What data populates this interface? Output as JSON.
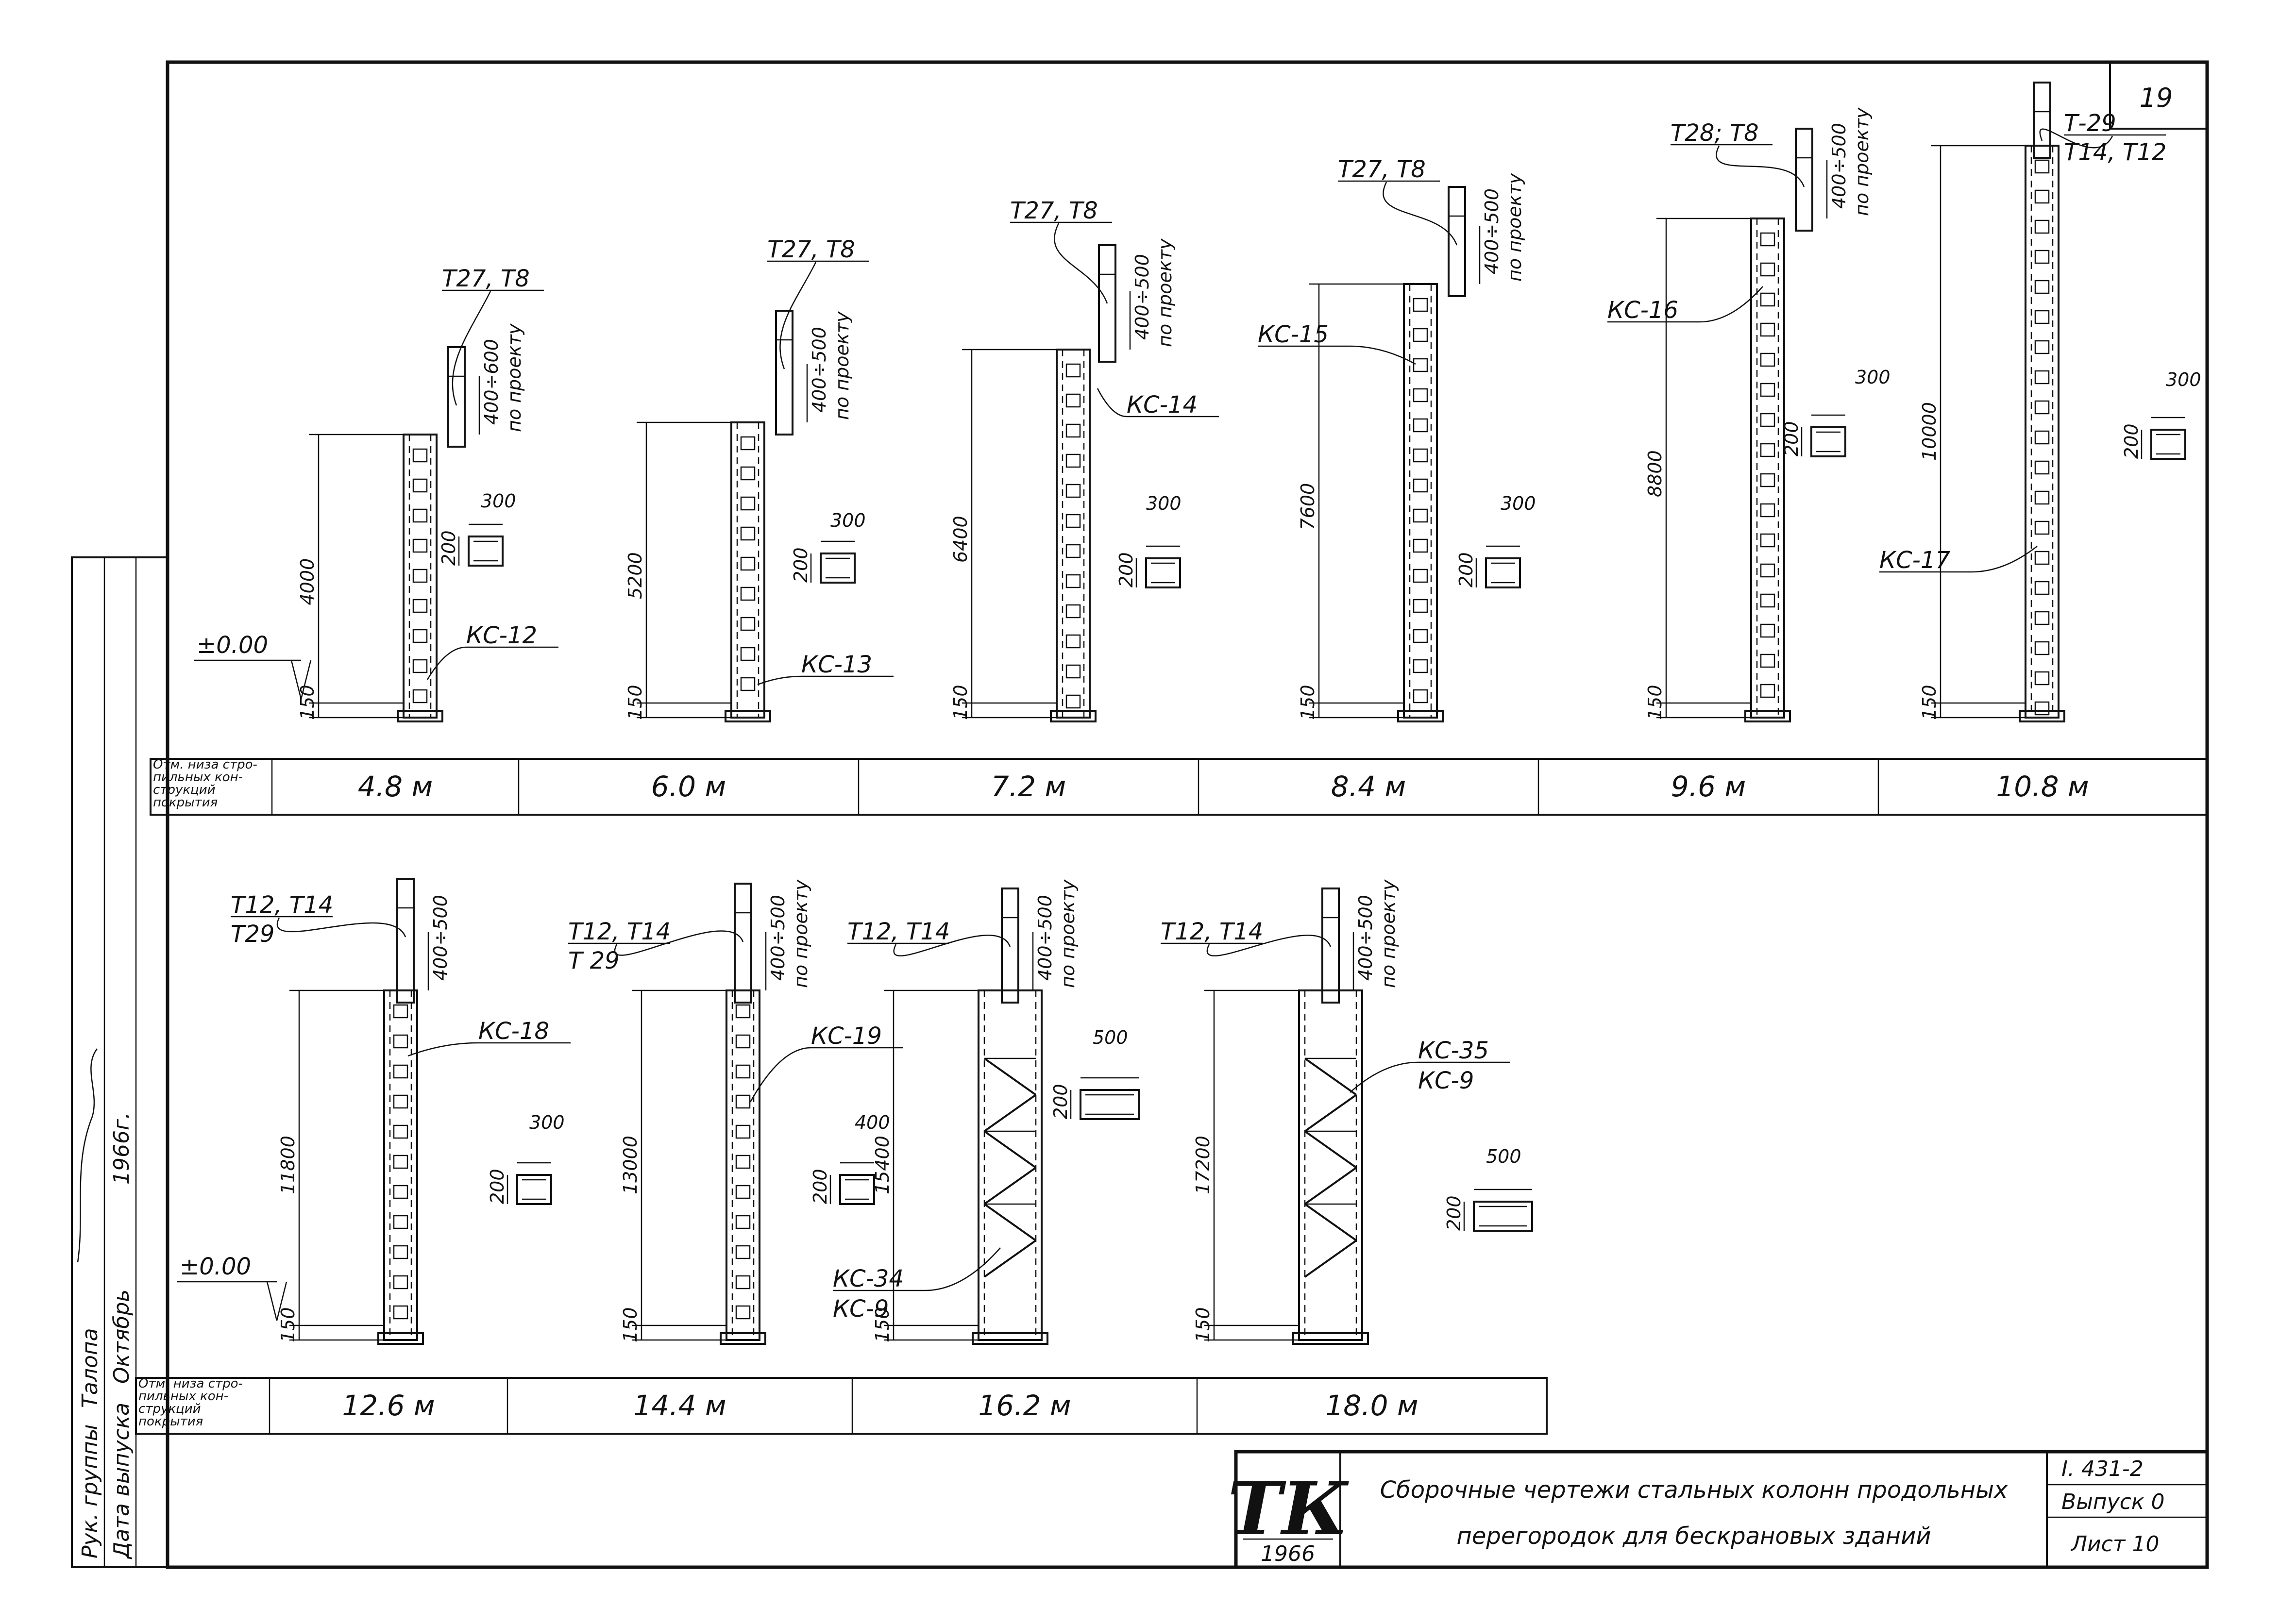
{
  "sheet": {
    "number": "19",
    "doc_code": "I. 431-2",
    "issue": "Выпуск 0",
    "list": "Лист 10",
    "title_line1": "Сборочные чертежи стальных колонн продольных",
    "title_line2": "перегородок для бескрановых зданий",
    "logo_letters": "ТК",
    "logo_year": "1966"
  },
  "side_stamp": {
    "row1_label": "Рук. группы",
    "row1_name": "Талопа",
    "row2_label": "Дата выпуска",
    "row2_value": "Октябрь",
    "row2_year": "1966г."
  },
  "row_header": [
    "Отм. низа стро-",
    "пильных кон-",
    "струкций",
    "покрытия"
  ],
  "level_mark": "±0.00",
  "top_row": [
    {
      "height": "4.8 м",
      "column": "КС-12",
      "strut": "Т27, Т8",
      "h": "4000",
      "base": "150",
      "w": "300",
      "d": "200",
      "spacer": "400÷600",
      "note": "по проекту"
    },
    {
      "height": "6.0 м",
      "column": "КС-13",
      "strut": "Т27, Т8",
      "h": "5200",
      "base": "150",
      "w": "300",
      "d": "200",
      "spacer": "400÷500",
      "note": "по проекту"
    },
    {
      "height": "7.2 м",
      "column": "КС-14",
      "strut": "Т27, Т8",
      "h": "6400",
      "base": "150",
      "w": "300",
      "d": "200",
      "spacer": "400÷500",
      "note": "по проекту"
    },
    {
      "height": "8.4 м",
      "column": "КС-15",
      "strut": "Т27, Т8",
      "h": "7600",
      "base": "150",
      "w": "300",
      "d": "200",
      "spacer": "400÷500",
      "note": "по проекту"
    },
    {
      "height": "9.6 м",
      "column": "КС-16",
      "strut": "Т28; Т8",
      "h": "8800",
      "base": "150",
      "w": "300",
      "d": "200",
      "spacer": "400÷500",
      "note": "по проекту"
    },
    {
      "height": "10.8 м",
      "column": "КС-17",
      "strut": "Т-29",
      "strut2": "Т14, Т12",
      "h": "10000",
      "base": "150",
      "w": "300",
      "d": "200"
    }
  ],
  "bottom_row": [
    {
      "height": "12.6 м",
      "column": "КС-18",
      "strut": "Т12, Т14",
      "strut2": "Т29",
      "h": "11800",
      "base": "150",
      "w": "300",
      "d": "200",
      "spacer": "400÷500"
    },
    {
      "height": "14.4 м",
      "column": "КС-19",
      "strut": "Т12, Т14",
      "strut2": "Т 29",
      "h": "13000",
      "base": "150",
      "w": "400",
      "d": "200",
      "spacer": "400÷500",
      "note": "по проекту"
    },
    {
      "height": "16.2 м",
      "column": "КС-34",
      "column2": "КС-9",
      "strut": "Т12, Т14",
      "h": "15400",
      "base": "150",
      "w": "500",
      "d": "200",
      "spacer": "400÷500",
      "note": "по проекту"
    },
    {
      "height": "18.0 м",
      "column": "КС-35",
      "column2": "КС-9",
      "strut": "Т12, Т14",
      "h": "17200",
      "base": "150",
      "w": "500",
      "d": "200",
      "spacer": "400÷500",
      "note": "по проекту"
    }
  ]
}
